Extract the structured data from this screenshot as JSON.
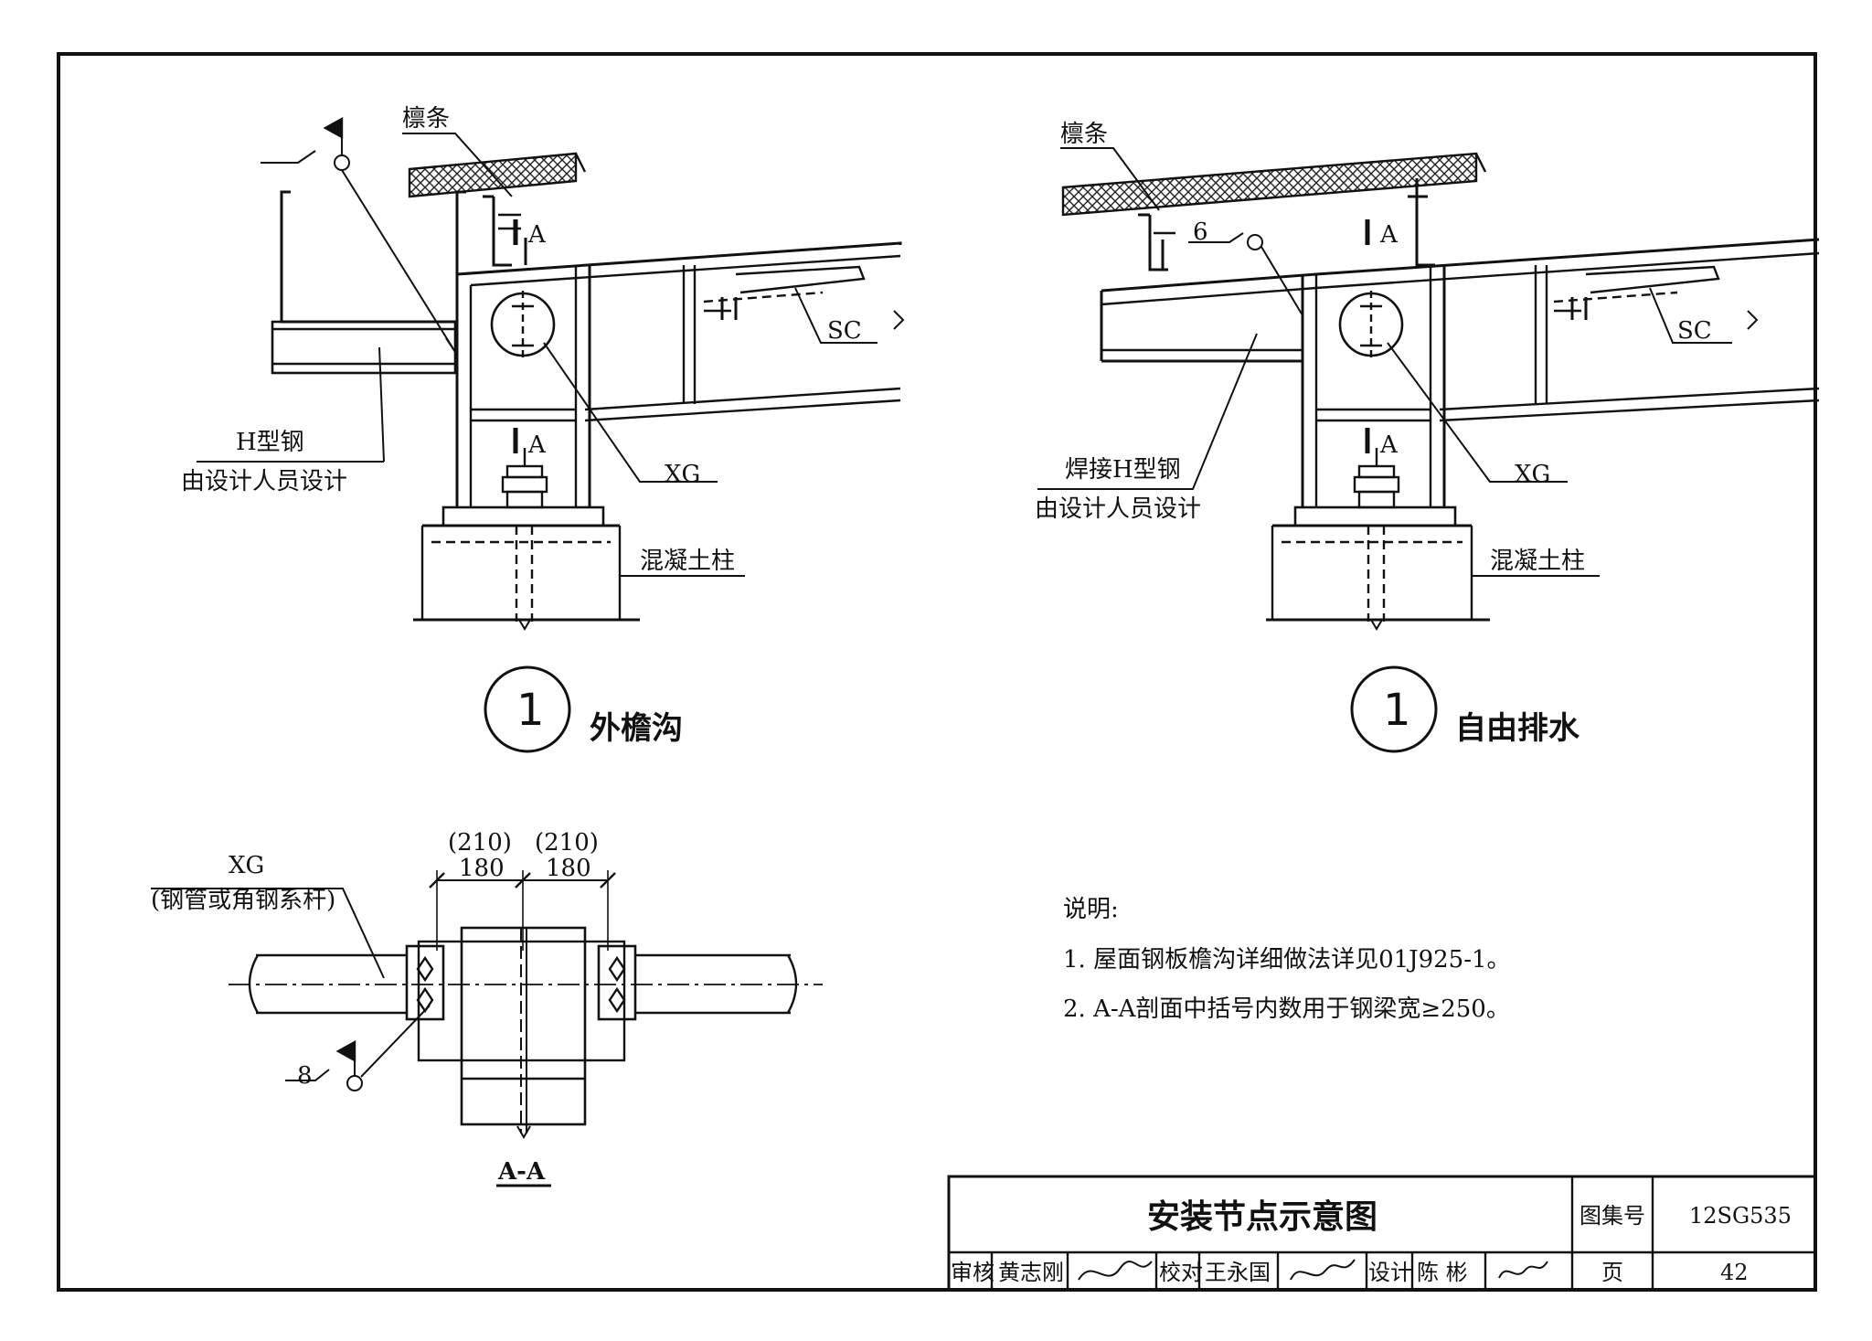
{
  "left_detail": {
    "purlin_label": "檩条",
    "section_mark": "A",
    "beam_label": "H型钢",
    "beam_note": "由设计人员设计",
    "sc_label": "SC",
    "xg_label": "XG",
    "column_label": "混凝土柱",
    "detail_number": "1",
    "detail_title": "外檐沟"
  },
  "right_detail": {
    "purlin_label": "檩条",
    "section_mark": "A",
    "weld_size": "6",
    "beam_label": "焊接H型钢",
    "beam_note": "由设计人员设计",
    "sc_label": "SC",
    "xg_label": "XG",
    "column_label": "混凝土柱",
    "detail_number": "1",
    "detail_title": "自由排水"
  },
  "section_aa": {
    "xg_label": "XG",
    "xg_note": "(钢管或角钢系杆)",
    "dim_left_paren": "(210)",
    "dim_left": "180",
    "dim_right_paren": "(210)",
    "dim_right": "180",
    "weld_note": "8",
    "title": "A-A"
  },
  "notes": {
    "heading": "说明:",
    "items": [
      "1. 屋面钢板檐沟详细做法详见01J925-1。",
      "2. A-A剖面中括号内数用于钢梁宽≥250。"
    ]
  },
  "title_block": {
    "title": "安装节点示意图",
    "atlas_label": "图集号",
    "atlas_no": "12SG535",
    "review_label": "审核",
    "reviewer": "黄志刚",
    "check_label": "校对",
    "checker": "王永国",
    "design_label": "设计",
    "designer": "陈 彬",
    "page_label": "页",
    "page_no": "42"
  }
}
